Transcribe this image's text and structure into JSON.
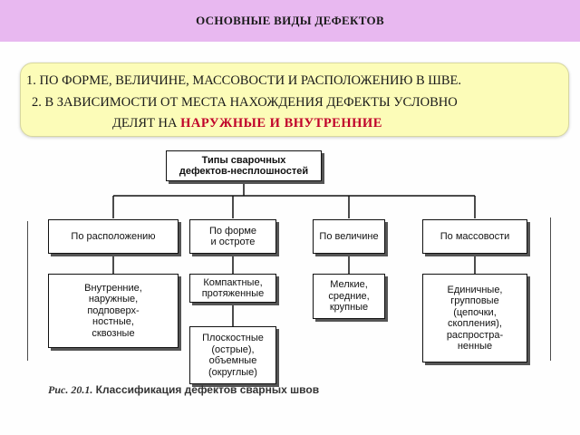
{
  "header": {
    "title": "ОСНОВНЫЕ ВИДЫ ДЕФЕКТОВ"
  },
  "info": {
    "line1": "1. ПО ФОРМЕ, ВЕЛИЧИНЕ, МАССОВОСТИ  И РАСПОЛОЖЕНИЮ В ШВЕ.",
    "line2": "2. В ЗАВИСИМОСТИ ОТ МЕСТА НАХОЖДЕНИЯ ДЕФЕКТЫ УСЛОВНО",
    "line3_prefix": "ДЕЛЯТ НА ",
    "line3_highlight": "НАРУЖНЫЕ И ВНУТРЕННИЕ",
    "highlight_color": "#c0002a"
  },
  "diagram": {
    "root": "Типы сварочных\nдефектов-несплошностей",
    "categories": [
      "По расположению",
      "По форме\nи остроте",
      "По величине",
      "По массовости"
    ],
    "leaves": [
      "Внутренние,\nнаружные,\nподповерх-\nностные,\nсквозные",
      "Компактные,\nпротяженные",
      "Плоскостные\n(острые),\nобъемные\n(округлые)",
      "Мелкие,\nсредние,\nкрупные",
      "Единичные,\nгрупповые\n(цепочки,\nскопления),\nраспростра-\nненные"
    ]
  },
  "caption": {
    "number": "Рис. 20.1.",
    "text": " Классификация дефектов сварных швов"
  }
}
